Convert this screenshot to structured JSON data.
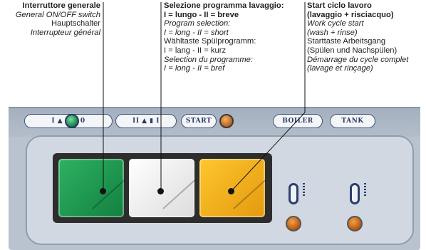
{
  "main_switch": {
    "title": "Interruttore generale",
    "lines": [
      "General ON/OFF switch",
      "Hauptschalter",
      "Interrupteur général"
    ]
  },
  "program": {
    "title1": "Selezione programma lavaggio:",
    "title2": "I = lungo  -  II = breve",
    "lines": [
      "Program selection:",
      "I = long  -  II = short",
      "Wähltaste Spülprogramm:",
      "I = lang - II = kurz",
      "Selection du programme:",
      "I = long - II = bref"
    ]
  },
  "start": {
    "title1": "Start ciclo lavoro",
    "title2": "(lavaggio + risciacquo)",
    "lines": [
      "Work cycle start",
      "(wash + rinse)",
      "Starttaste Arbeitsgang",
      "(Spülen und Nachspülen)",
      "Démarrage du cycle complet",
      "(lavage et rinçage)"
    ]
  },
  "panel": {
    "pill_on_off": "I ▲ ◉ ▮ 0",
    "pill_prog": "II ▲ ▮ I",
    "pill_start": "START",
    "pill_boiler": "BOILER",
    "pill_tank": "TANK"
  },
  "colors": {
    "green": "#1e9a4a",
    "white": "#f6f6f6",
    "yellow": "#f3b31c",
    "panel": "#b9c3d0",
    "knob": "#d27a2a"
  }
}
